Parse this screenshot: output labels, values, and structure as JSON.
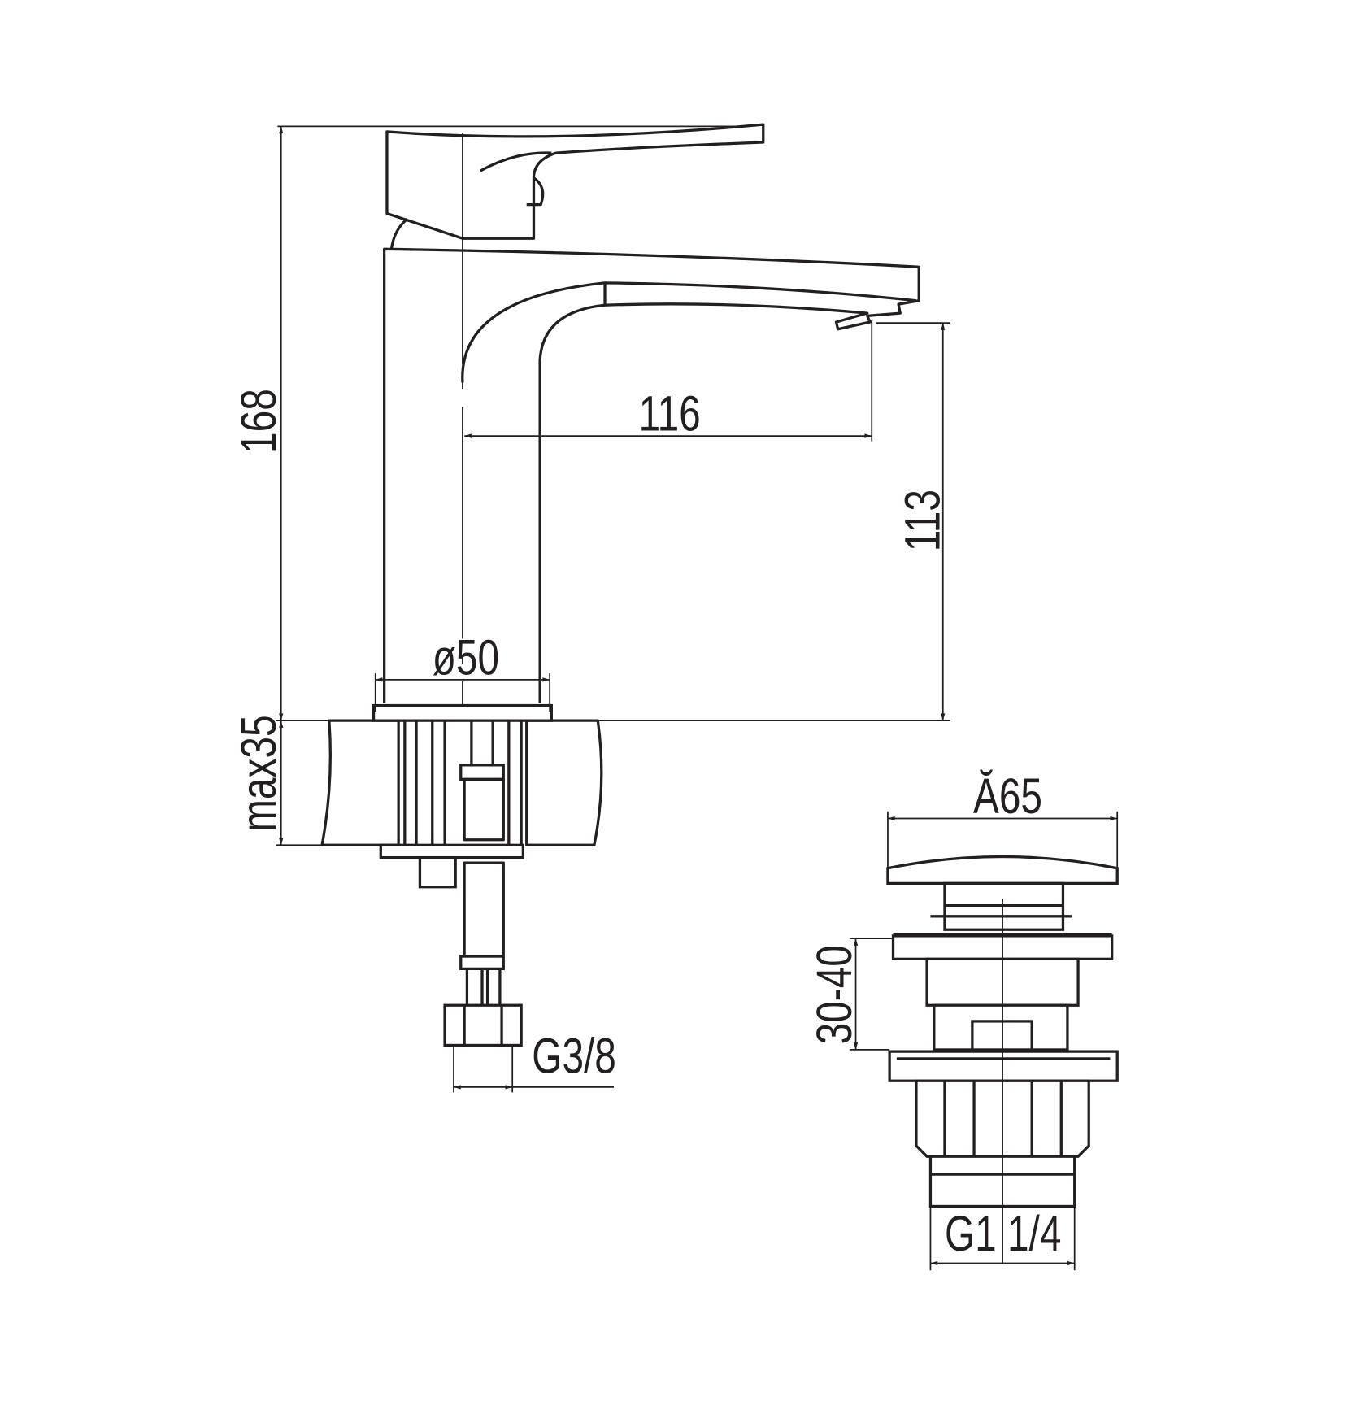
{
  "drawing": {
    "stroke_color": "#231f20",
    "faucet": {
      "height_label": "168",
      "spout_reach_label": "116",
      "spout_height_label": "113",
      "base_diameter_label": "ø50",
      "counter_thickness_label": "max35",
      "connection_label": "G3/8"
    },
    "drain": {
      "cap_diameter_label": "Ă65",
      "adjust_range_label": "30-40",
      "thread_label": "G1 1/4"
    }
  }
}
